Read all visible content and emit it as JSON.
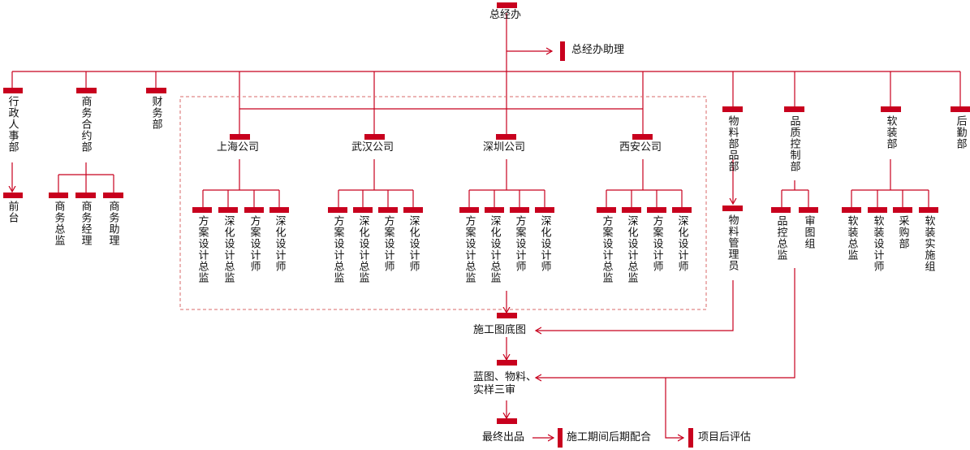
{
  "top": {
    "label": "总经办",
    "assistant": "总经办助理"
  },
  "departments": {
    "admin": "行政人事部",
    "front_desk": "前台",
    "business": "商务合约部",
    "business_subs": [
      "商务总监",
      "商务经理",
      "商务助理"
    ],
    "finance": "财务部",
    "materials": "物料部品部",
    "materials_staff": "物料管理员",
    "quality": "品质控制部",
    "quality_subs": [
      "品控总监",
      "审图组"
    ],
    "softdec": "软装部",
    "softdec_subs": [
      "软装总监",
      "软装设计师",
      "采购部",
      "软装实施组"
    ],
    "logistics": "后勤部"
  },
  "branches": [
    {
      "name": "上海公司"
    },
    {
      "name": "武汉公司"
    },
    {
      "name": "深圳公司"
    },
    {
      "name": "西安公司"
    }
  ],
  "branch_roles": [
    "方案设计总监",
    "深化设计总监",
    "方案设计师",
    "深化设计师"
  ],
  "flow": {
    "construction": "施工图底图",
    "review_line1": "蓝图、物料、",
    "review_line2": "实样三审",
    "final": "最终出品",
    "cooperation": "施工期间后期配合",
    "evaluation": "项目后评估"
  }
}
